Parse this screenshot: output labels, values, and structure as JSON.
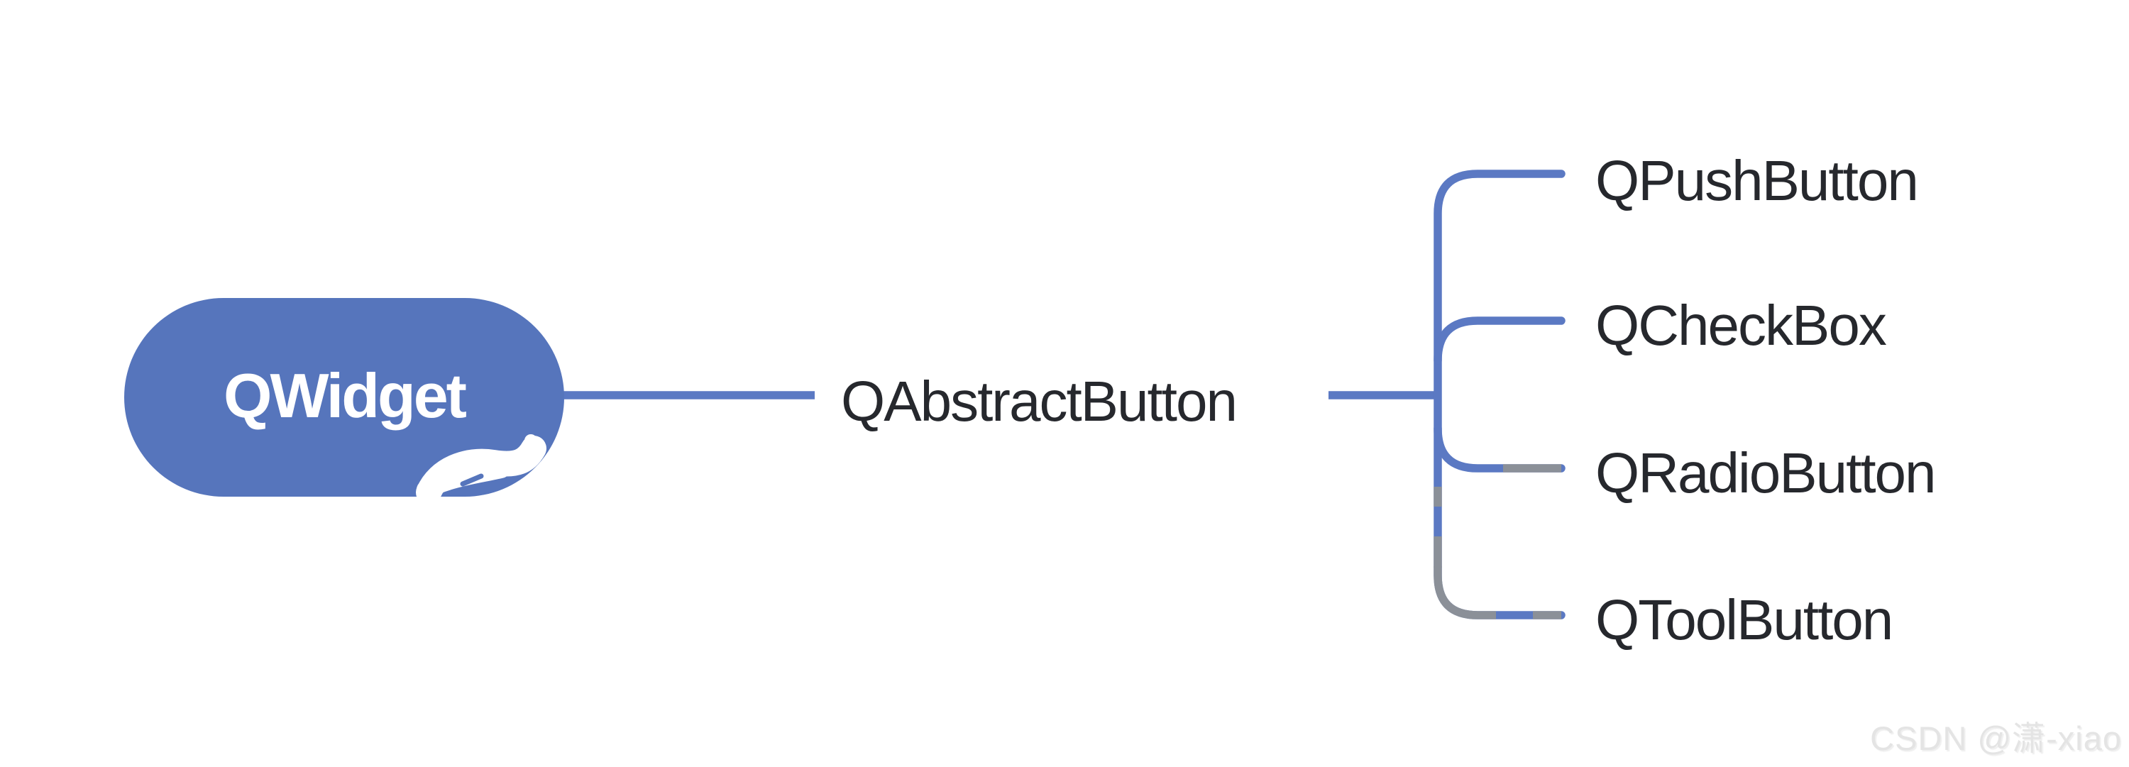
{
  "diagram": {
    "root": {
      "label": "QWidget"
    },
    "level1": {
      "label": "QAbstractButton"
    },
    "children": [
      {
        "label": "QPushButton"
      },
      {
        "label": "QCheckBox"
      },
      {
        "label": "QRadioButton"
      },
      {
        "label": "QToolButton"
      }
    ]
  },
  "watermark": {
    "text": "CSDN @潇-xiao"
  },
  "colors": {
    "canvas": "#ffffff",
    "node-fill": "#5675bc",
    "node-text": "#ffffff",
    "line": "#5b79c3",
    "label-text": "#26282d",
    "artifact-gray": "#8b9098",
    "watermark-gray": "#e4e4e4"
  }
}
